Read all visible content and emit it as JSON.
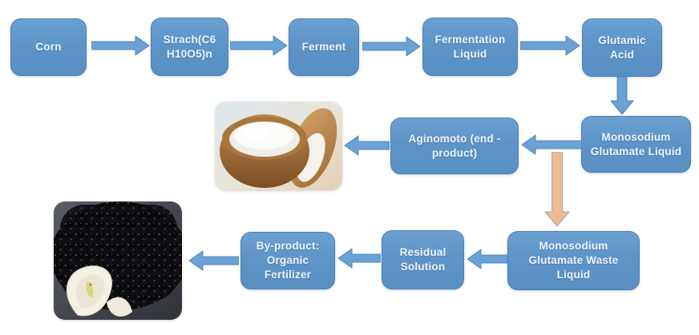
{
  "diagram": {
    "type": "flowchart",
    "subject": "Monosodium glutamate (Aginomoto) production process from corn",
    "colors": {
      "background": "#ffffff",
      "node_fill": "#5e94c8",
      "node_border": "#4a81b4",
      "node_text": "#eef4fb",
      "arrow_fill": "#6ba1d4",
      "arrow_border": "#4f86ba",
      "waste_arrow_fill": "#edbb90",
      "waste_arrow_border": "#a8a2c0"
    },
    "nodes": {
      "corn": {
        "label": "Corn"
      },
      "starch": {
        "label": "Strach(C6 H10O5)n"
      },
      "ferment": {
        "label": "Ferment"
      },
      "fermentation_liquid": {
        "label": "Fermentation Liquid"
      },
      "glutamic_acid": {
        "label": "Glutamic Acid"
      },
      "msg_liquid": {
        "label": "Monosodium Glutamate Liquid"
      },
      "aginomoto": {
        "label": "Aginomoto (end - product)"
      },
      "msg_waste_liquid": {
        "label": "Monosodium Glutamate Waste Liquid"
      },
      "residual_solution": {
        "label": "Residual Solution"
      },
      "byproduct_fertilizer": {
        "label": "By-product: Organic Fertilizer"
      }
    },
    "edges": [
      {
        "from": "corn",
        "to": "starch",
        "style": "blue"
      },
      {
        "from": "starch",
        "to": "ferment",
        "style": "blue"
      },
      {
        "from": "ferment",
        "to": "fermentation_liquid",
        "style": "blue"
      },
      {
        "from": "fermentation_liquid",
        "to": "glutamic_acid",
        "style": "blue"
      },
      {
        "from": "glutamic_acid",
        "to": "msg_liquid",
        "style": "blue"
      },
      {
        "from": "msg_liquid",
        "to": "aginomoto",
        "style": "blue"
      },
      {
        "from": "aginomoto",
        "to": "aginomoto_product_image",
        "style": "blue"
      },
      {
        "from": "msg_liquid",
        "to": "msg_waste_liquid",
        "style": "orange"
      },
      {
        "from": "msg_waste_liquid",
        "to": "residual_solution",
        "style": "blue"
      },
      {
        "from": "residual_solution",
        "to": "byproduct_fertilizer",
        "style": "blue"
      },
      {
        "from": "byproduct_fertilizer",
        "to": "organic_fertilizer_image",
        "style": "blue"
      }
    ],
    "images": {
      "aginomoto_product": {
        "description": "Wooden bowl and scoop filled with white MSG crystals"
      },
      "organic_fertilizer": {
        "description": "Black organic fertilizer granules with white calla lily flower"
      }
    }
  }
}
